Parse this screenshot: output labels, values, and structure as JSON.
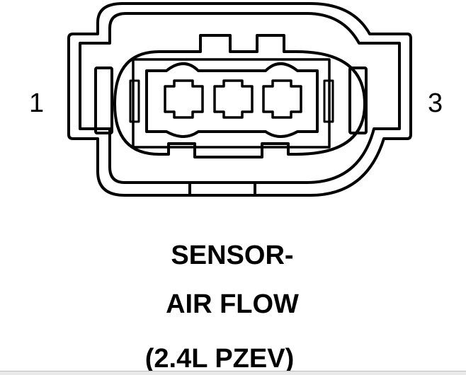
{
  "diagram": {
    "pin_left": "1",
    "pin_right": "3",
    "caption_line1": "SENSOR-",
    "caption_line2": "AIR FLOW",
    "caption_line3": "(2.4L PZEV)",
    "stroke_color": "#000000",
    "background_color": "#ffffff"
  }
}
